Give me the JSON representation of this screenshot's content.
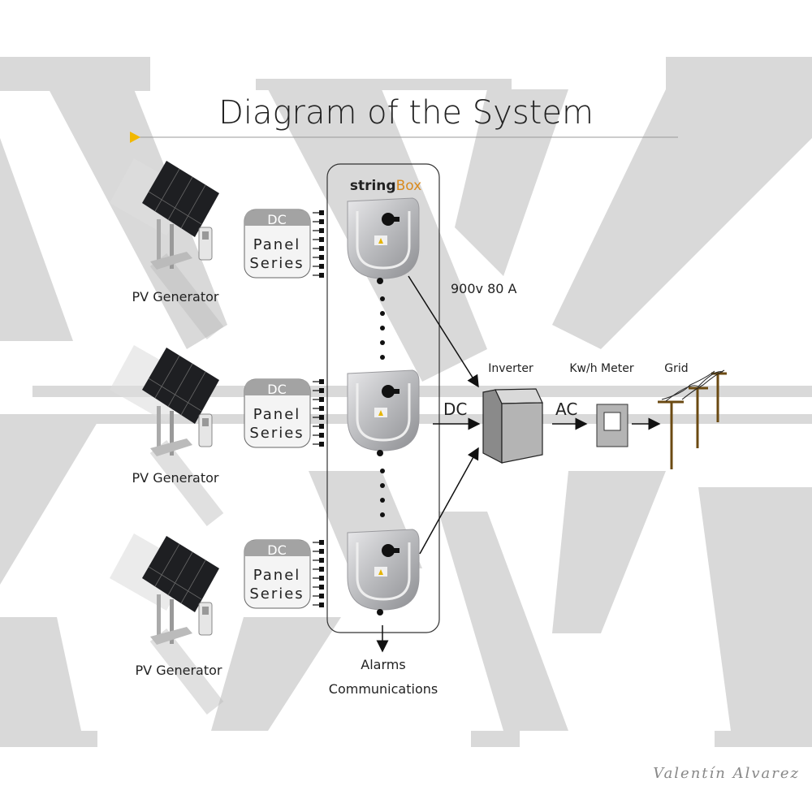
{
  "title": "Diagram of the System",
  "pv_generators": [
    {
      "label": "PV Generator"
    },
    {
      "label": "PV Generator"
    },
    {
      "label": "PV Generator"
    }
  ],
  "panel_series": [
    {
      "header": "DC",
      "line1": "Panel",
      "line2": "Series"
    },
    {
      "header": "DC",
      "line1": "Panel",
      "line2": "Series"
    },
    {
      "header": "DC",
      "line1": "Panel",
      "line2": "Series"
    }
  ],
  "stringbox": {
    "title_bold": "string",
    "title_accent": "Box"
  },
  "rating_label": "900v 80 A",
  "dc_label": "DC",
  "ac_label": "AC",
  "inverter_label": "Inverter",
  "meter_label": "Kw/h Meter",
  "grid_label": "Grid",
  "alarms_label": "Alarms",
  "communications_label": "Communications",
  "signature": "Valentín Alvarez",
  "colors": {
    "background_shape": "#d9d9d9",
    "accent_orange": "#d98a1e",
    "marker_yellow": "#f2b800",
    "pole_brown": "#6b4a12"
  }
}
